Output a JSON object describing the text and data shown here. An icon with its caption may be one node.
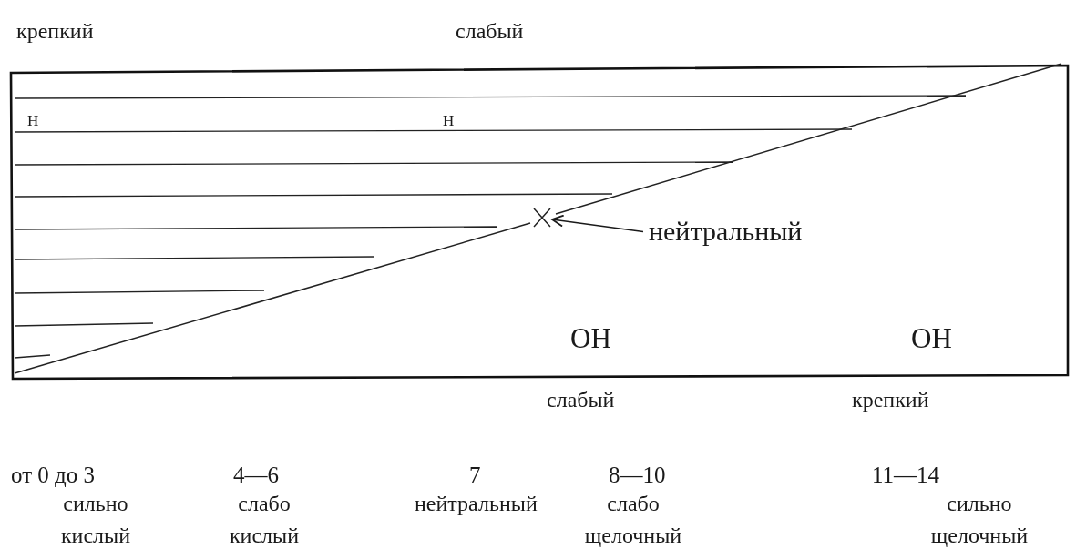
{
  "diagram": {
    "nodes": [
      {
        "text": [
          "нейтральный"
        ]
      },
      {
        "text": [],
        "shape": "cross"
      }
    ],
    "edges": [
      {
        "from": 0,
        "to": 1,
        "arrow": "to"
      }
    ],
    "labels": [
      "крепкий",
      "слабый",
      "H",
      "H",
      "OH",
      "OH",
      "слабый",
      "крепкий",
      "от 0 до 3",
      "сильно кислый",
      "4—6",
      "слабо кислый",
      "7",
      "нейтральный",
      "8—10",
      "слабо щелочный",
      "11—14",
      "сильно щелочный"
    ]
  }
}
